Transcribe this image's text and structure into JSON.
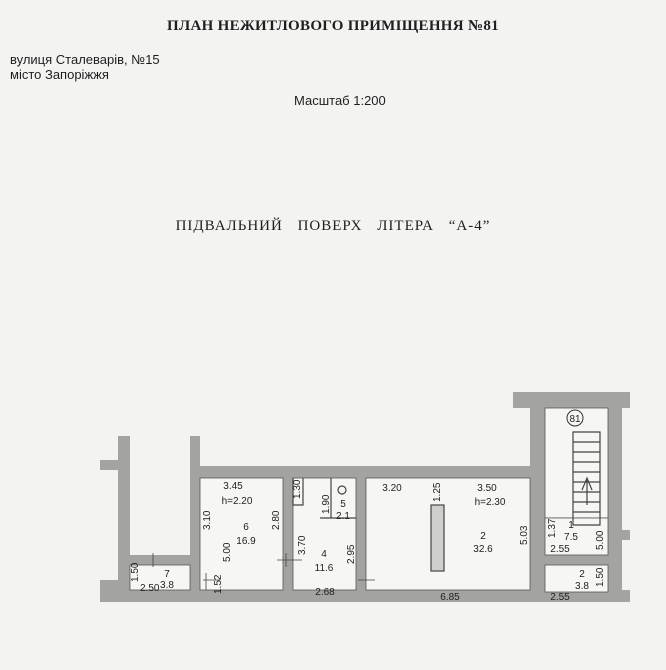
{
  "header": {
    "title": "ПЛАН НЕЖИТЛОВОГО ПРИМІЩЕННЯ  №81",
    "street": "вулиця   Сталеварів,  №15",
    "city": "місто Запоріжжя",
    "scale": "Масштаб 1:200",
    "floor": "ПІДВАЛЬНИЙ  ПОВЕРХ   ЛІТЕРА  “А-4”"
  },
  "plan": {
    "unit_number": "81",
    "rooms": {
      "r7": {
        "number": "7",
        "area": "3.8",
        "dim_h": "1.50",
        "dim_w": "2.50",
        "dim_side": "1.52"
      },
      "r6": {
        "number": "6",
        "area": "16.9",
        "width": "3.45",
        "height": "h=2.20",
        "dim_left": "3.10",
        "dim_right": "2.80",
        "dim_lower": "5.00"
      },
      "r4": {
        "number": "4",
        "area": "11.6",
        "dim_top": "1.30",
        "dim_left": "3.70",
        "dim_right": "2.95",
        "dim_bottom": "2.68"
      },
      "r5": {
        "number": "5",
        "area": "2.1",
        "dim": "1.90"
      },
      "r2": {
        "number": "2",
        "area": "32.6",
        "dim_top_left": "3.20",
        "dim_top_right": "3.50",
        "height": "h=2.30",
        "dim_col": "1.25",
        "dim_right": "5.03",
        "dim_bottom": "6.85"
      },
      "r1": {
        "number": "1",
        "area": "7.5",
        "dim_left": "1.37",
        "dim_bottom": "2.55",
        "dim_right": "5.00"
      },
      "r2s": {
        "number": "2",
        "area": "3.8",
        "dim_bottom": "2.55",
        "dim_right": "1.50"
      }
    }
  }
}
